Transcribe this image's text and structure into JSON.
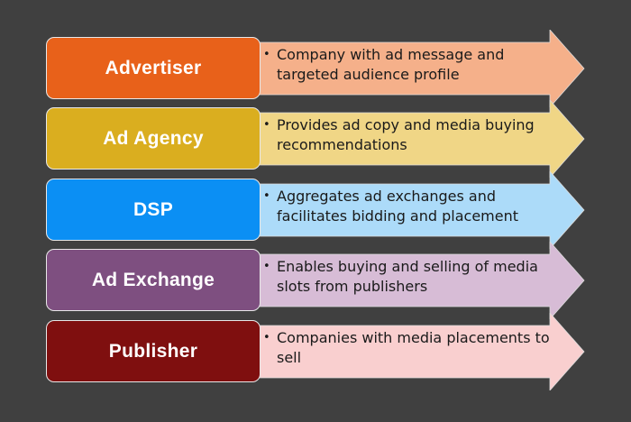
{
  "rows": [
    {
      "title": "Advertiser",
      "desc": "Company with ad message and targeted audience profile",
      "box_color": "#E8611A",
      "arrow_color": "#F5B08A"
    },
    {
      "title": "Ad Agency",
      "desc": "Provides ad copy and media buying recommendations",
      "box_color": "#DAAE1F",
      "arrow_color": "#F0D686"
    },
    {
      "title": "DSP",
      "desc": "Aggregates ad exchanges and facilitates bidding and placement",
      "box_color": "#0B8FF4",
      "arrow_color": "#ACDBF9"
    },
    {
      "title": "Ad Exchange",
      "desc": "Enables buying and selling of media slots from publishers",
      "box_color": "#7E4F80",
      "arrow_color": "#D7BCD6"
    },
    {
      "title": "Publisher",
      "desc": "Companies with media placements to sell",
      "box_color": "#7F0F0F",
      "arrow_color": "#F9CFCF"
    }
  ]
}
